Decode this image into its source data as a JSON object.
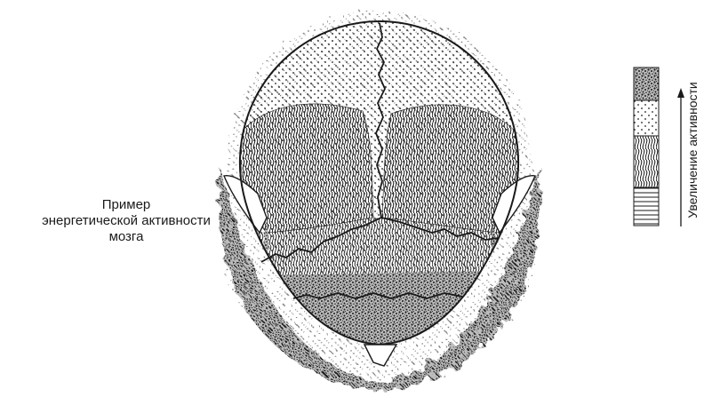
{
  "caption": {
    "line1": "Пример",
    "line2": "энергетической активности",
    "line3": "мозга"
  },
  "legend": {
    "label": "Увеличение активности",
    "swatches": [
      "dense-stipple",
      "fine-dots",
      "wavy-lines",
      "horizontal-lines"
    ]
  },
  "colors": {
    "ink": "#1a1a1a",
    "background": "#ffffff"
  }
}
